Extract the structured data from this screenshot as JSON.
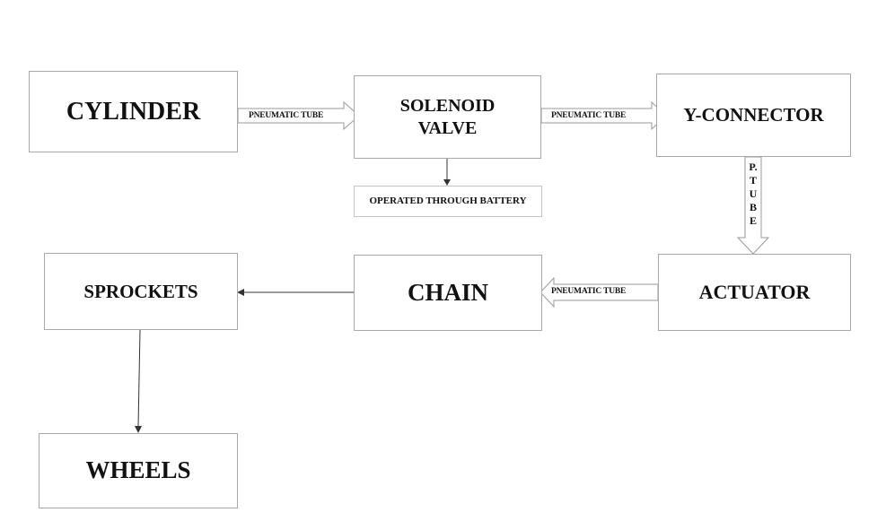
{
  "nodes": {
    "cylinder": "CYLINDER",
    "solenoid_line1": "SOLENOID",
    "solenoid_line2": "VALVE",
    "y_connector": "Y-CONNECTOR",
    "battery": "OPERATED THROUGH BATTERY",
    "sprockets": "SPROCKETS",
    "chain": "CHAIN",
    "actuator": "ACTUATOR",
    "wheels": "WHEELS"
  },
  "edges": {
    "cylinder_to_solenoid": "PNEUMATIC TUBE",
    "solenoid_to_yconnector": "PNEUMATIC TUBE",
    "yconnector_to_actuator": "P.TUBE",
    "actuator_to_chain": "PNEUMATIC TUBE"
  }
}
